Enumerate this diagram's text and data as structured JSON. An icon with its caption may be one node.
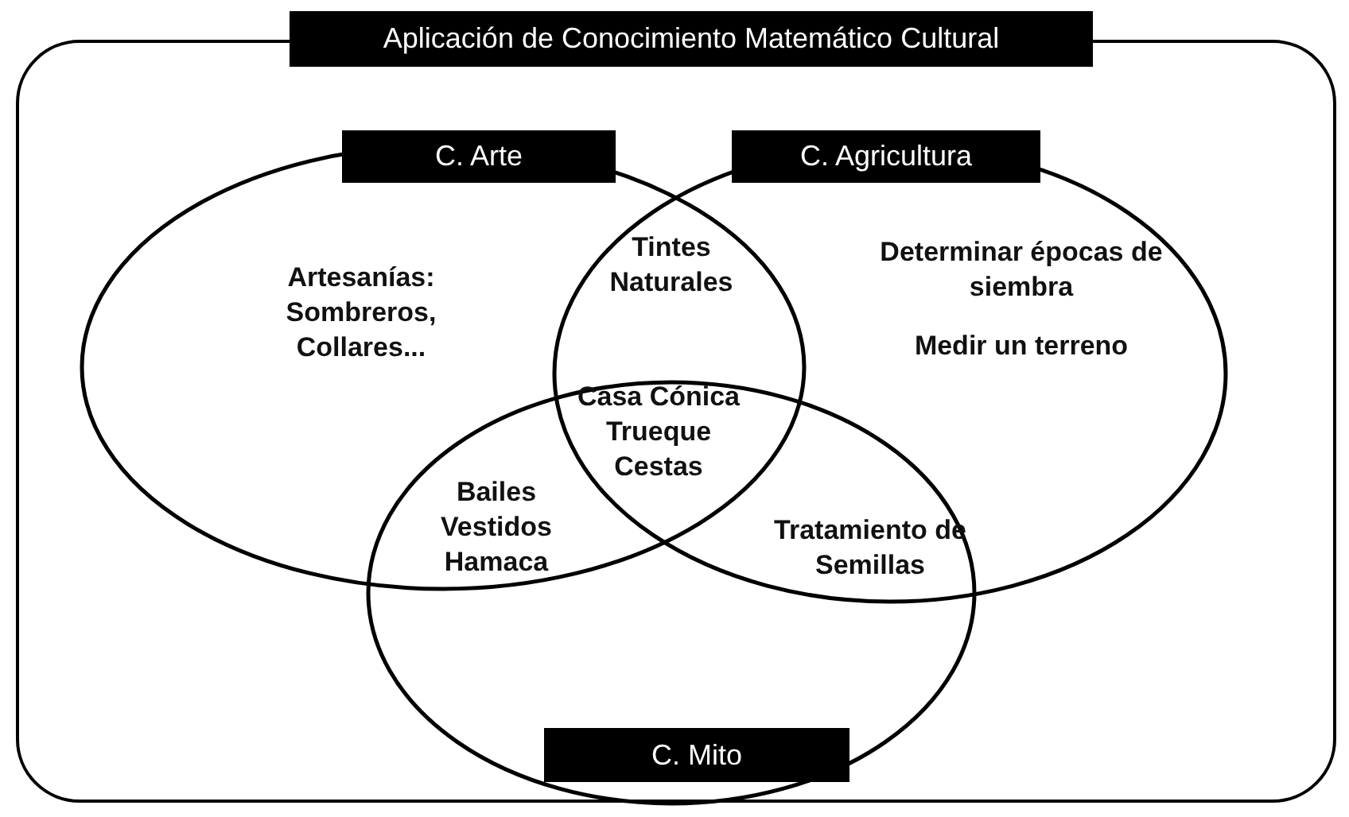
{
  "diagram": {
    "nodes": [
      {
        "text": [
          "Aplicación de Conocimiento Matemático Cultural"
        ]
      },
      {
        "text": [
          "C. Arte",
          "Artesanías: Sombreros, Collares..."
        ],
        "in": 0
      },
      {
        "text": [
          "C. Agricultura",
          "Determinar épocas de siembra",
          "Medir un terreno"
        ],
        "in": 0
      },
      {
        "text": [
          "C. Mito"
        ],
        "in": 0
      }
    ],
    "edges": [],
    "labels": [
      "Tintes Naturales",
      "Casa Cónica Trueque Cestas",
      "Bailes Vestidos Hamaca",
      "Tratamiento de Semillas"
    ]
  }
}
